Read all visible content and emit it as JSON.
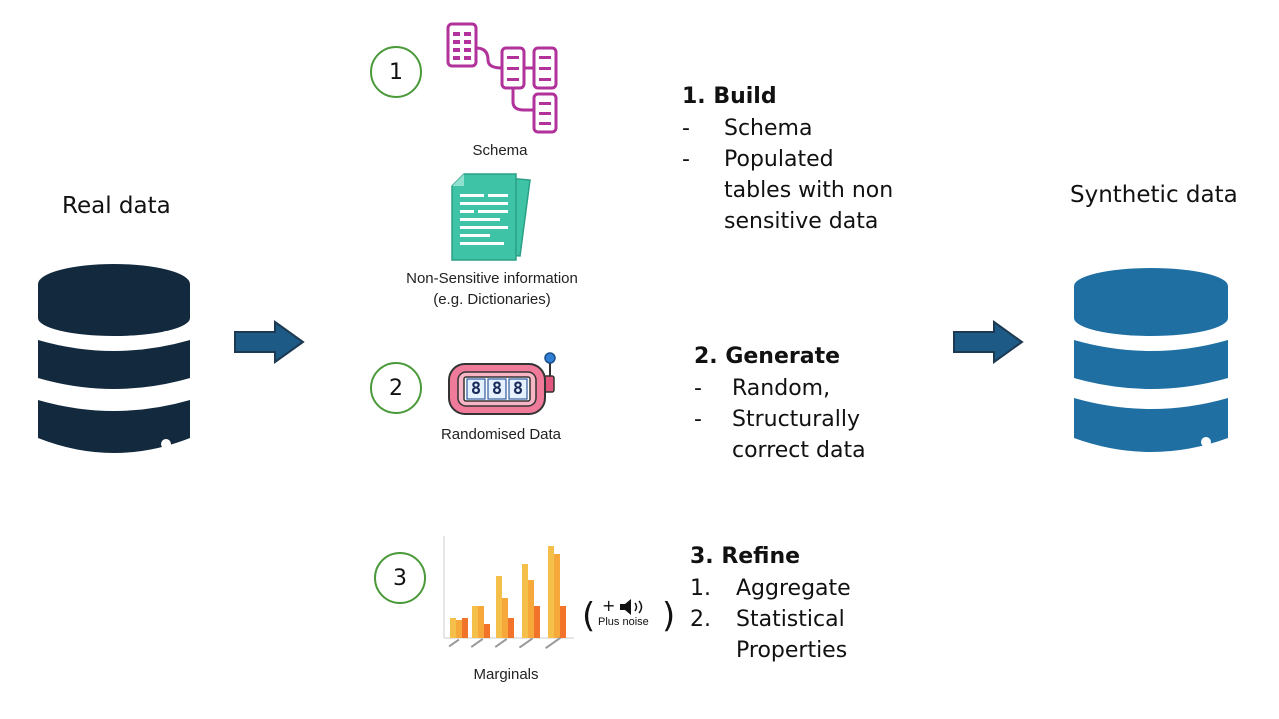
{
  "real_data": {
    "label": "Real data"
  },
  "synthetic_data": {
    "label": "Synthetic data"
  },
  "colors": {
    "real_db": "#13293d",
    "synthetic_db": "#1f6fa3",
    "arrow": "#1d5a85",
    "circle": "#4a9a3a",
    "schema": "#b0329a",
    "doc": "#3fc3a7",
    "slot": "#e0567c"
  },
  "steps": [
    {
      "number": "1",
      "icons": [
        {
          "icon": "schema-icon",
          "caption": "Schema"
        },
        {
          "icon": "document-icon",
          "caption_lines": [
            "Non-Sensitive information",
            "(e.g. Dictionaries)"
          ]
        }
      ],
      "heading": "1. Build",
      "items": [
        {
          "marker": "-",
          "lines": [
            "Schema"
          ]
        },
        {
          "marker": "-",
          "lines": [
            "Populated",
            "tables with non",
            "sensitive data"
          ]
        }
      ]
    },
    {
      "number": "2",
      "icons": [
        {
          "icon": "slot-machine-icon",
          "digits": [
            "8",
            "8",
            "8"
          ],
          "caption": "Randomised Data"
        }
      ],
      "heading": "2. Generate",
      "items": [
        {
          "marker": "-",
          "lines": [
            "Random,"
          ]
        },
        {
          "marker": "-",
          "lines": [
            "Structurally",
            "correct data"
          ]
        }
      ]
    },
    {
      "number": "3",
      "icons": [
        {
          "icon": "bar-chart-icon",
          "caption": "Marginals"
        },
        {
          "icon": "speaker-icon",
          "symbol": "+",
          "caption": "Plus noise"
        }
      ],
      "heading": "3. Refine",
      "items": [
        {
          "marker": "1.",
          "lines": [
            "Aggregate"
          ]
        },
        {
          "marker": "2.",
          "lines": [
            "Statistical",
            "Properties"
          ]
        }
      ]
    }
  ]
}
